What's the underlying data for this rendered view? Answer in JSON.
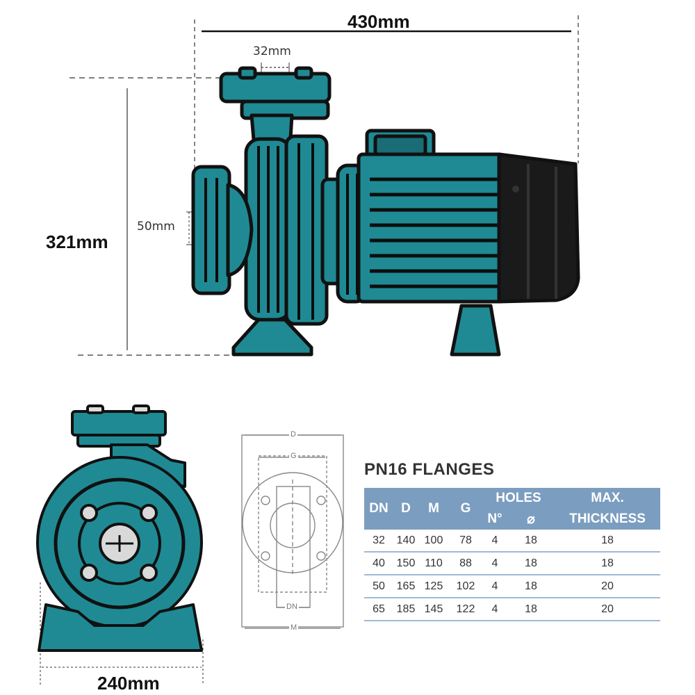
{
  "dimensions": {
    "length": "430mm",
    "height": "321mm",
    "width": "240mm",
    "outlet": "32mm",
    "inlet": "50mm"
  },
  "flange_drawing": {
    "label_d": "D",
    "label_g": "G",
    "label_dn": "DN",
    "label_m": "M"
  },
  "flange_table": {
    "title": "PN16 FLANGES",
    "headers": {
      "dn": "DN",
      "d": "D",
      "m": "M",
      "g": "G",
      "holes": "HOLES",
      "holes_n": "N°",
      "holes_dia": "⌀",
      "max": "MAX.",
      "thickness": "THICKNESS"
    },
    "rows": [
      [
        "32",
        "140",
        "100",
        "78",
        "4",
        "18",
        "18"
      ],
      [
        "40",
        "150",
        "110",
        "88",
        "4",
        "18",
        "18"
      ],
      [
        "50",
        "165",
        "125",
        "102",
        "4",
        "18",
        "20"
      ],
      [
        "65",
        "185",
        "145",
        "122",
        "4",
        "18",
        "20"
      ]
    ]
  },
  "colors": {
    "pump_body": "#1f8a94",
    "motor_cover": "#1a1a1a",
    "header": "#7b9dbf"
  }
}
